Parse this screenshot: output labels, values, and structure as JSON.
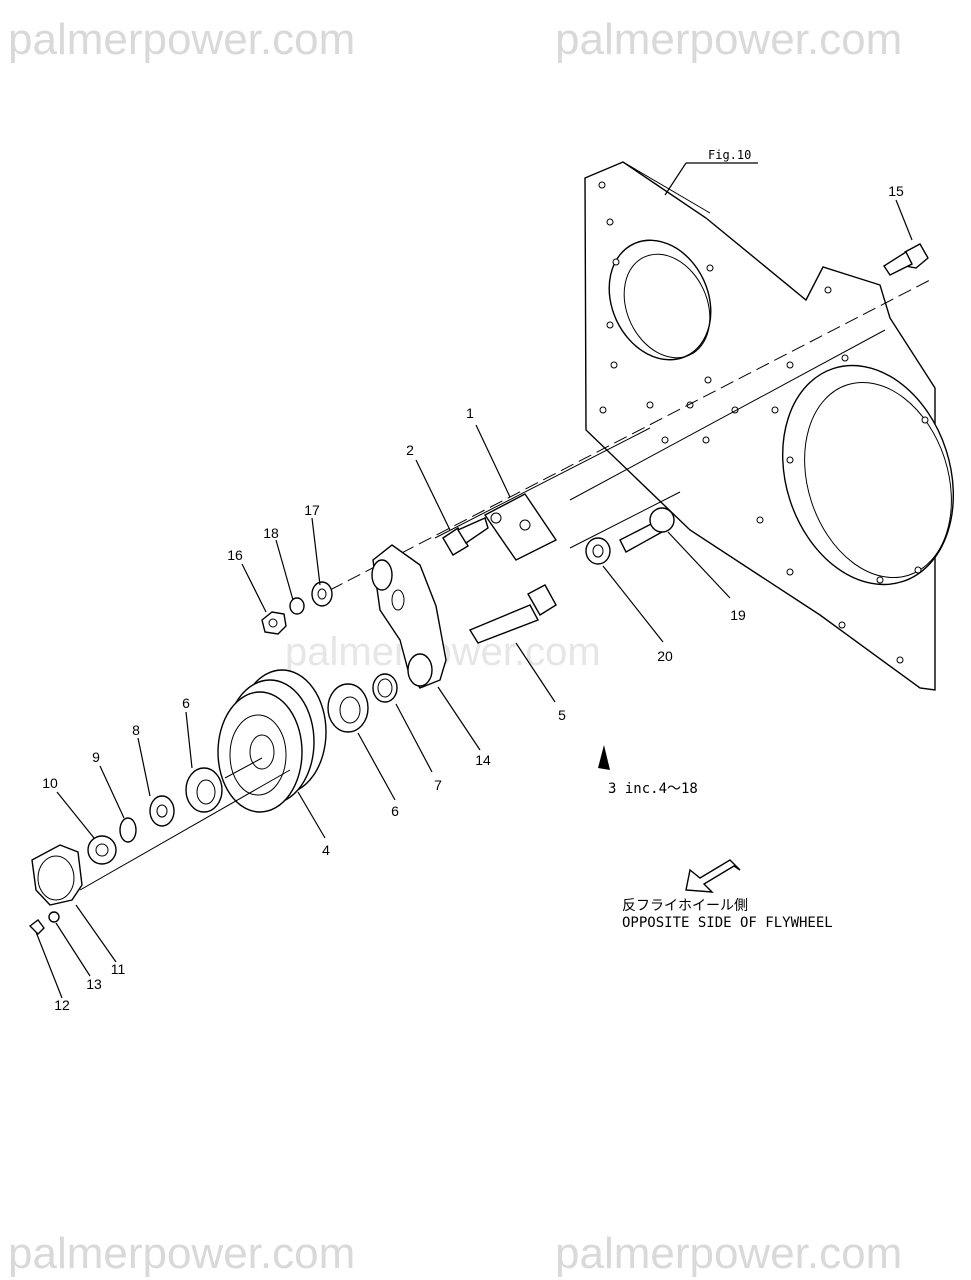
{
  "watermark": {
    "text": "palmerpower.com"
  },
  "figure_ref": "Fig.10",
  "callouts": {
    "c1": "1",
    "c2": "2",
    "c4": "4",
    "c5": "5",
    "c6a": "6",
    "c6b": "6",
    "c7": "7",
    "c8": "8",
    "c9": "9",
    "c10": "10",
    "c11": "11",
    "c12": "12",
    "c13": "13",
    "c14": "14",
    "c15": "15",
    "c16": "16",
    "c17": "17",
    "c18": "18",
    "c19": "19",
    "c20": "20"
  },
  "assembly_note": "3 inc.4～18",
  "direction": {
    "jp": "反フライホイール側",
    "en": "OPPOSITE SIDE OF FLYWHEEL"
  }
}
